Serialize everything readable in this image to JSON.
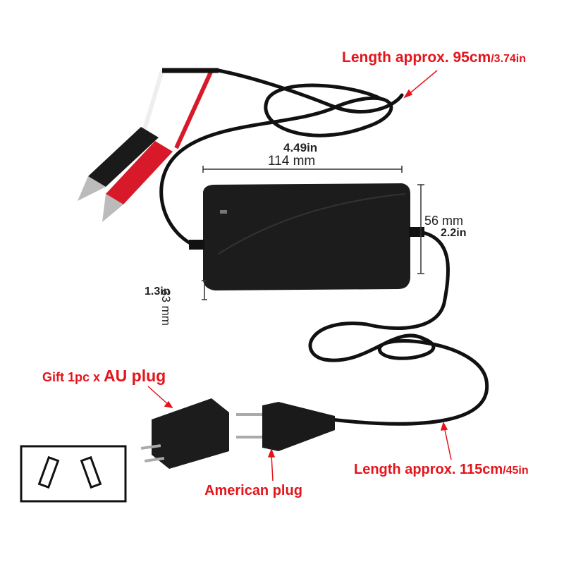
{
  "labels": {
    "dc_cable_length": "Length approx. 95cm",
    "dc_cable_length_in": "/3.74in",
    "width_in": "4.49in",
    "width_mm": "114 mm",
    "height_mm": "56 mm",
    "height_in": "2.2in",
    "depth_in": "1.3in",
    "depth_mm": "33 mm",
    "gift": "Gift 1pc x",
    "au_plug": "AU plug",
    "american_plug": "American plug",
    "ac_cable_length": "Length approx. 115cm",
    "ac_cable_length_in": "/45in"
  },
  "colors": {
    "annotation": "#e3141b",
    "charger_body": "#1c1c1c",
    "clip_red": "#d8192a",
    "clip_black": "#1a1a1a"
  }
}
